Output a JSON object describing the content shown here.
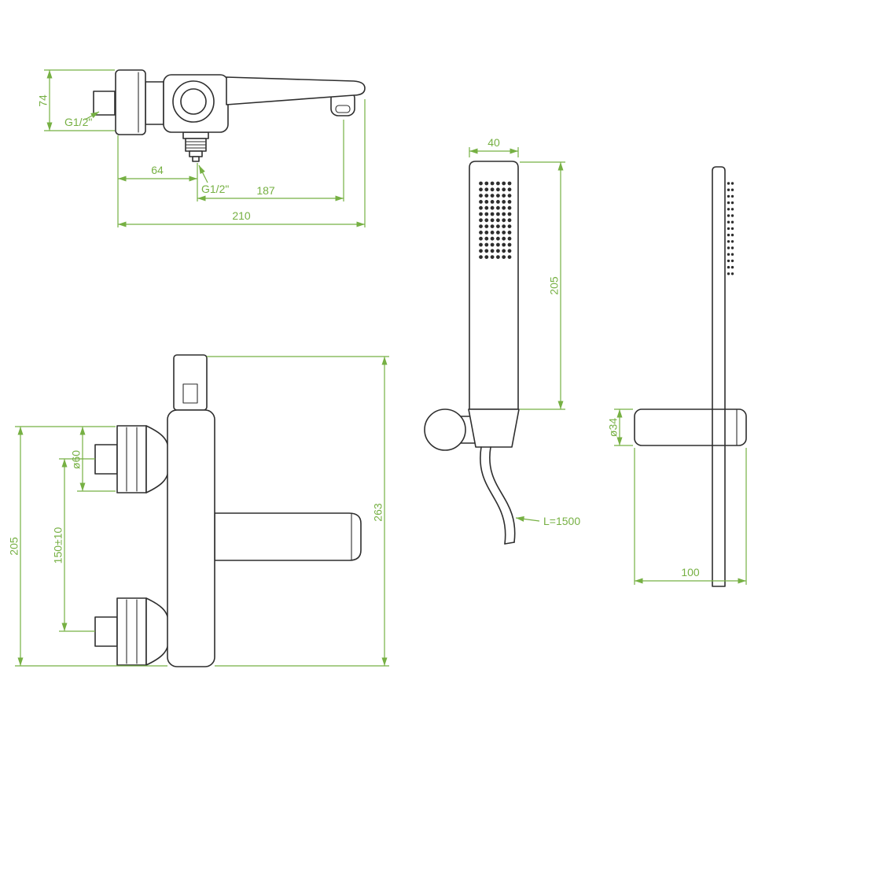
{
  "meta": {
    "background": "#ffffff",
    "line_color": "#2e2e2e",
    "dimension_color": "#76b043"
  },
  "views": {
    "spout_side": {
      "dims": {
        "body_height": "74",
        "inlet_thread": "G1/2\"",
        "wall_to_tail": "64",
        "tail_thread": "G1/2\"",
        "tail_to_aerator": "187",
        "spout_reach": "210"
      }
    },
    "mixer_front": {
      "dims": {
        "escutcheon_diameter": "ø60",
        "left_height": "205",
        "connection_centres": "150±10",
        "overall_height": "263"
      }
    },
    "handshower": {
      "dims": {
        "width": "40",
        "length": "205",
        "hose_length": "L=1500"
      }
    },
    "holder_side": {
      "dims": {
        "holder_diameter": "ø34",
        "holder_depth": "100"
      }
    }
  }
}
